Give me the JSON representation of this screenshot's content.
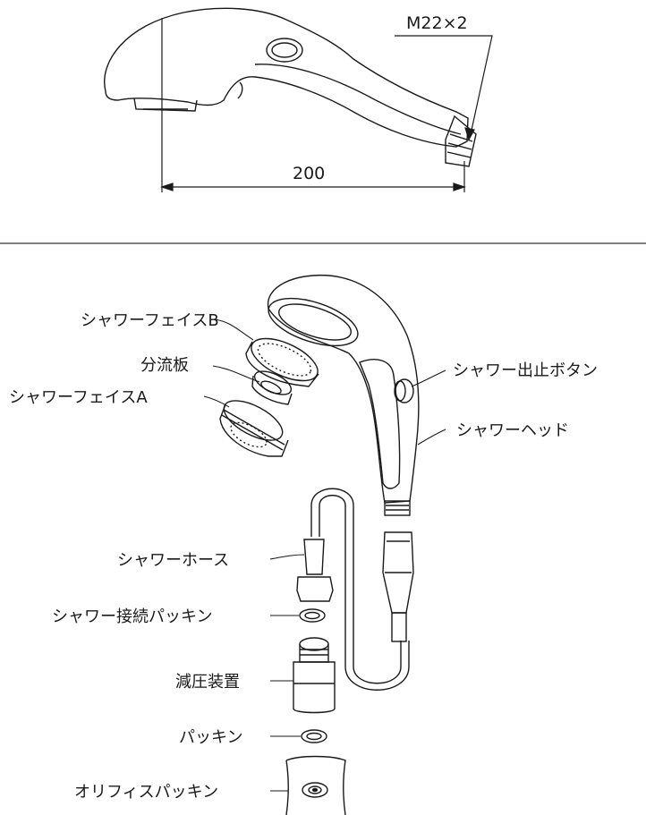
{
  "top_view": {
    "thread_spec": "M22×2",
    "length_dimension": "200"
  },
  "parts": {
    "shower_face_b": "シャワーフェイスB",
    "diverter_plate": "分流板",
    "shower_face_a": "シャワーフェイスA",
    "stop_button": "シャワー出止ボタン",
    "shower_head": "シャワーヘッド",
    "shower_hose": "シャワーホース",
    "connection_packing": "シャワー接続パッキン",
    "pressure_reducer": "減圧装置",
    "packing": "パッキン",
    "orifice_packing": "オリフィスパッキン"
  }
}
